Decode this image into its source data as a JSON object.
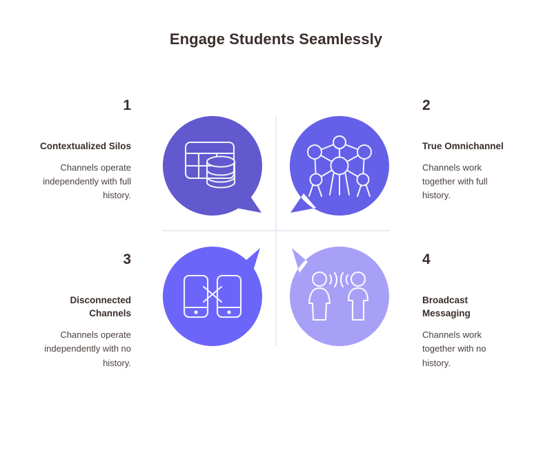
{
  "title": "Engage Students Seamlessly",
  "colors": {
    "background": "#ffffff",
    "title_text": "#3a2e2b",
    "body_text": "#4a403d",
    "divider": "#e9ebf2",
    "bubble_1": "#6259ce",
    "bubble_2": "#6460e8",
    "bubble_3": "#6c65fa",
    "bubble_4": "#a8a0f7",
    "icon_stroke": "#ffffff"
  },
  "quadrants": [
    {
      "number": "1",
      "heading": "Contextualized Silos",
      "body": "Channels operate independently with full history.",
      "icon": "table-database-icon",
      "bubble_color": "#6259ce",
      "tail": "bottom-right"
    },
    {
      "number": "2",
      "heading": "True Omnichannel",
      "body": "Channels work together with full history.",
      "icon": "network-nodes-icon",
      "bubble_color": "#6460e8",
      "tail": "bottom-left"
    },
    {
      "number": "3",
      "heading": "Disconnected Channels",
      "body": "Channels operate independently with no history.",
      "icon": "two-phones-disconnected-icon",
      "bubble_color": "#6c65fa",
      "tail": "top-right"
    },
    {
      "number": "4",
      "heading": "Broadcast Messaging",
      "body": "Channels work together with no history.",
      "icon": "two-people-broadcast-icon",
      "bubble_color": "#a8a0f7",
      "tail": "top-left"
    }
  ]
}
